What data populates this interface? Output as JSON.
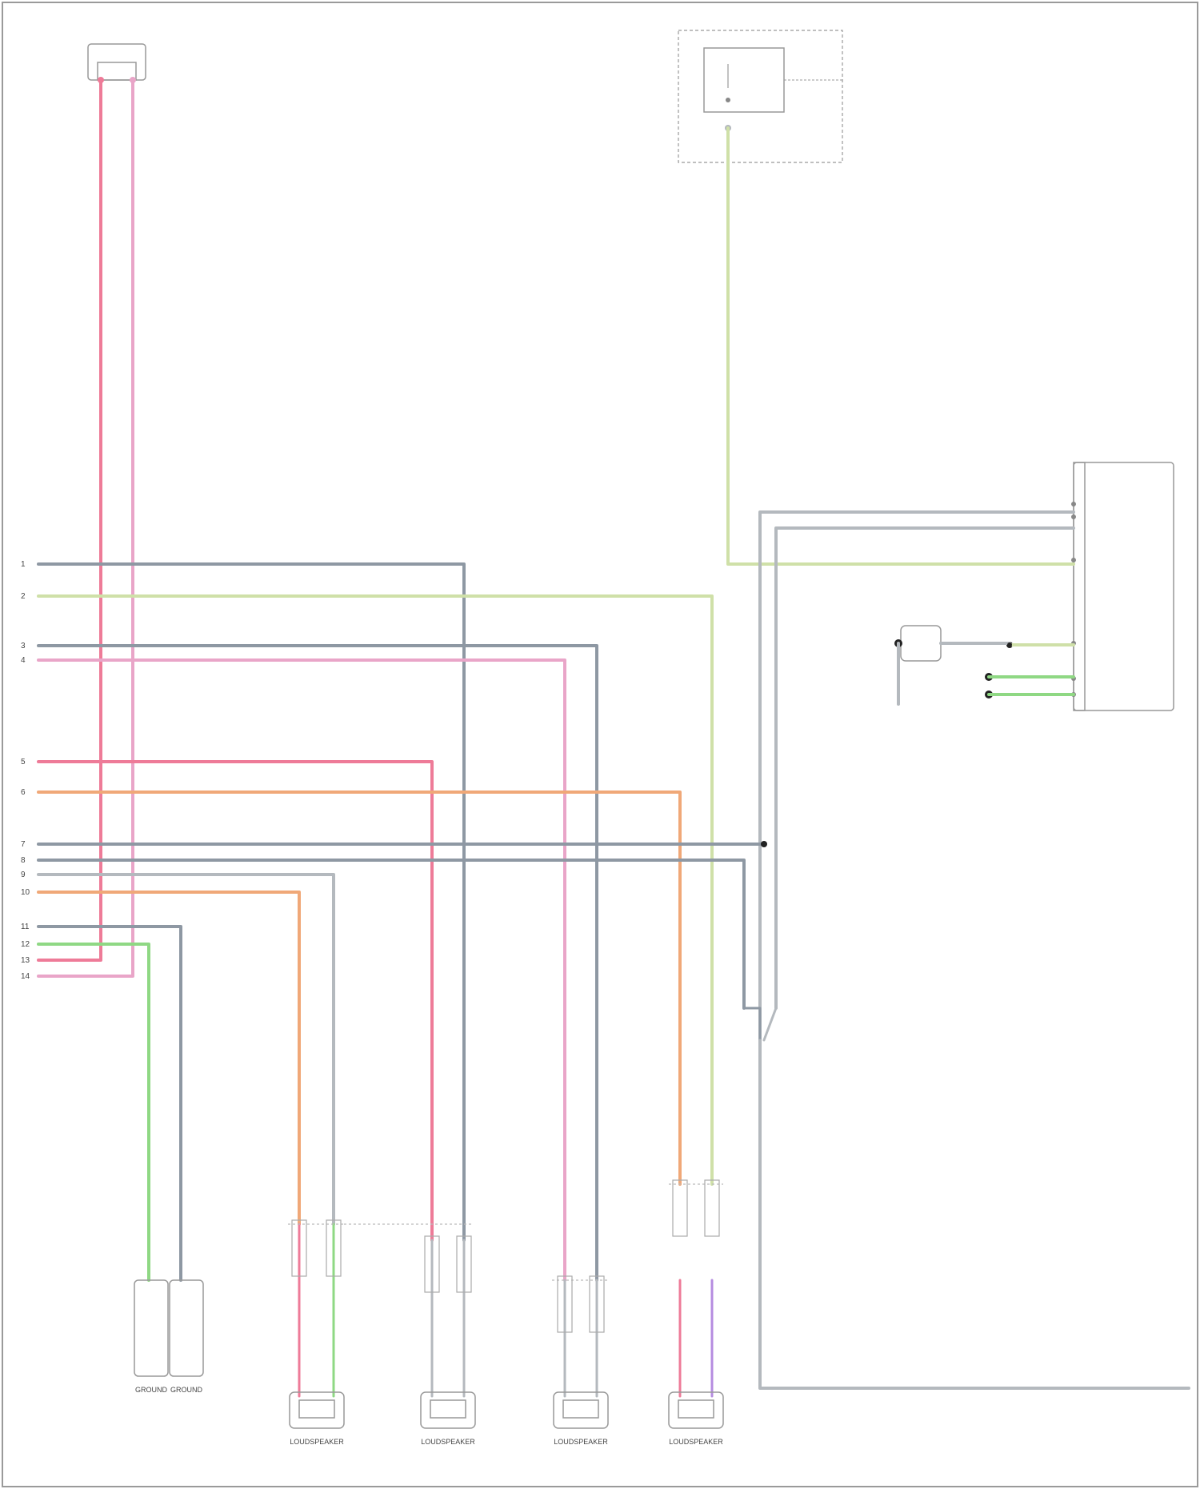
{
  "diagram": {
    "colors": {
      "red": "#ee7b98",
      "pink": "#e9a5c8",
      "gray": "#8e98a3",
      "lightgray": "#b4b9be",
      "green": "#8fd884",
      "lime": "#cfe0a8",
      "orange": "#f0a878",
      "purple": "#b58ce0",
      "frame": "#9a9a9a"
    },
    "pin_numbers": [
      "1",
      "2",
      "3",
      "4",
      "5",
      "6",
      "7",
      "8",
      "9",
      "10",
      "11",
      "12",
      "13",
      "14"
    ],
    "connector_labels": [
      "GROUND",
      "GROUND",
      "LOUDSPEAKER",
      "LOUDSPEAKER",
      "LOUDSPEAKER",
      "LOUDSPEAKER"
    ]
  }
}
